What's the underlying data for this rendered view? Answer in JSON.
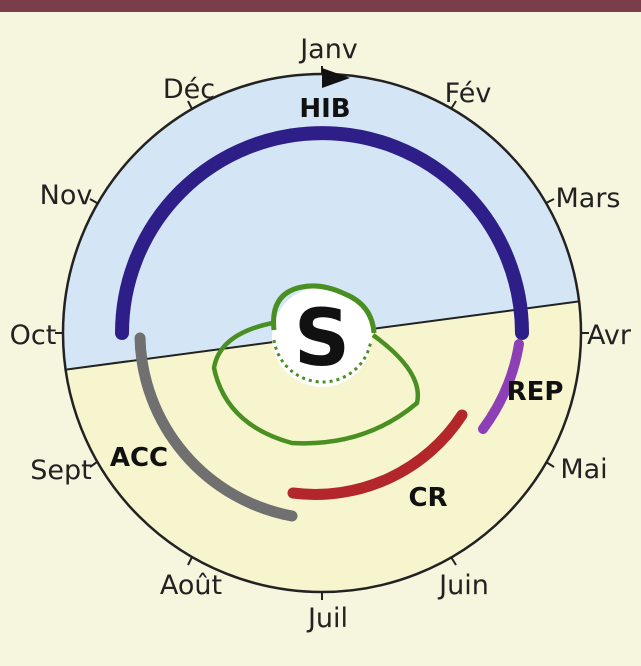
{
  "months": [
    {
      "id": "jan",
      "label": "Janv"
    },
    {
      "id": "feb",
      "label": "Fév"
    },
    {
      "id": "mar",
      "label": "Mars"
    },
    {
      "id": "apr",
      "label": "Avr"
    },
    {
      "id": "may",
      "label": "Mai"
    },
    {
      "id": "jun",
      "label": "Juin"
    },
    {
      "id": "jul",
      "label": "Juil"
    },
    {
      "id": "aug",
      "label": "Août"
    },
    {
      "id": "sep",
      "label": "Sept"
    },
    {
      "id": "oct",
      "label": "Oct"
    },
    {
      "id": "nov",
      "label": "Nov"
    },
    {
      "id": "dec",
      "label": "Déc"
    }
  ],
  "phases": [
    {
      "id": "hib",
      "label": "HIB",
      "color": "#2e1f88"
    },
    {
      "id": "rep",
      "label": "REP",
      "color": "#8d3fb5"
    },
    {
      "id": "cr",
      "label": "CR",
      "color": "#b3272a"
    },
    {
      "id": "acc",
      "label": "ACC",
      "color": "#707070"
    }
  ],
  "center": {
    "symbol": "S",
    "outline_color": "#4a8f22"
  },
  "colors": {
    "page_background": "#f6f5dd",
    "top_bar": "#7a3d4a",
    "winter_region": "#d4e6f6",
    "summer_region": "#f6f5cd",
    "circle_border": "#222222"
  }
}
